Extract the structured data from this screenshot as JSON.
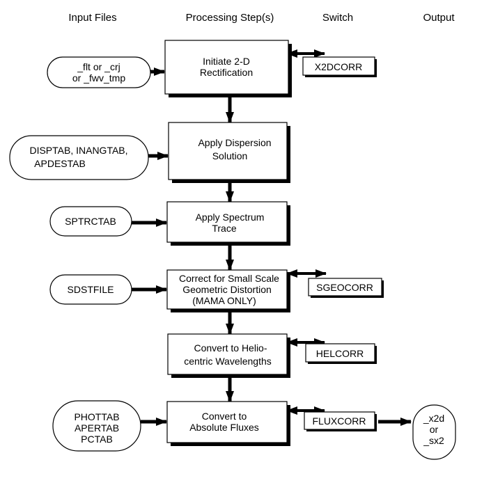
{
  "headers": {
    "input": "Input Files",
    "processing": "Processing Step(s)",
    "switch": "Switch",
    "output": "Output"
  },
  "steps": [
    {
      "lines": [
        "Initiate 2-D",
        "Rectification"
      ],
      "inputs": [
        "_flt or _crj",
        "or _fwv_tmp"
      ],
      "switch": "X2DCORR"
    },
    {
      "lines": [
        "Apply Dispersion",
        "Solution"
      ],
      "inputs": [
        "DISPTAB, INANGTAB,",
        "APDESTAB"
      ]
    },
    {
      "lines": [
        "Apply Spectrum",
        "Trace"
      ],
      "inputs": [
        "SPTRCTAB"
      ]
    },
    {
      "lines": [
        "Correct for Small Scale",
        "Geometric Distortion",
        "(MAMA ONLY)"
      ],
      "inputs": [
        "SDSTFILE"
      ],
      "switch": "SGEOCORR"
    },
    {
      "lines": [
        "Convert to Helio-",
        "centric Wavelengths"
      ],
      "switch": "HELCORR"
    },
    {
      "lines": [
        "Convert to",
        "Absolute Fluxes"
      ],
      "inputs": [
        "PHOTTAB",
        "APERTAB",
        "PCTAB"
      ],
      "switch": "FLUXCORR"
    }
  ],
  "output": {
    "lines": [
      "_x2d",
      "or",
      "_sx2"
    ]
  }
}
